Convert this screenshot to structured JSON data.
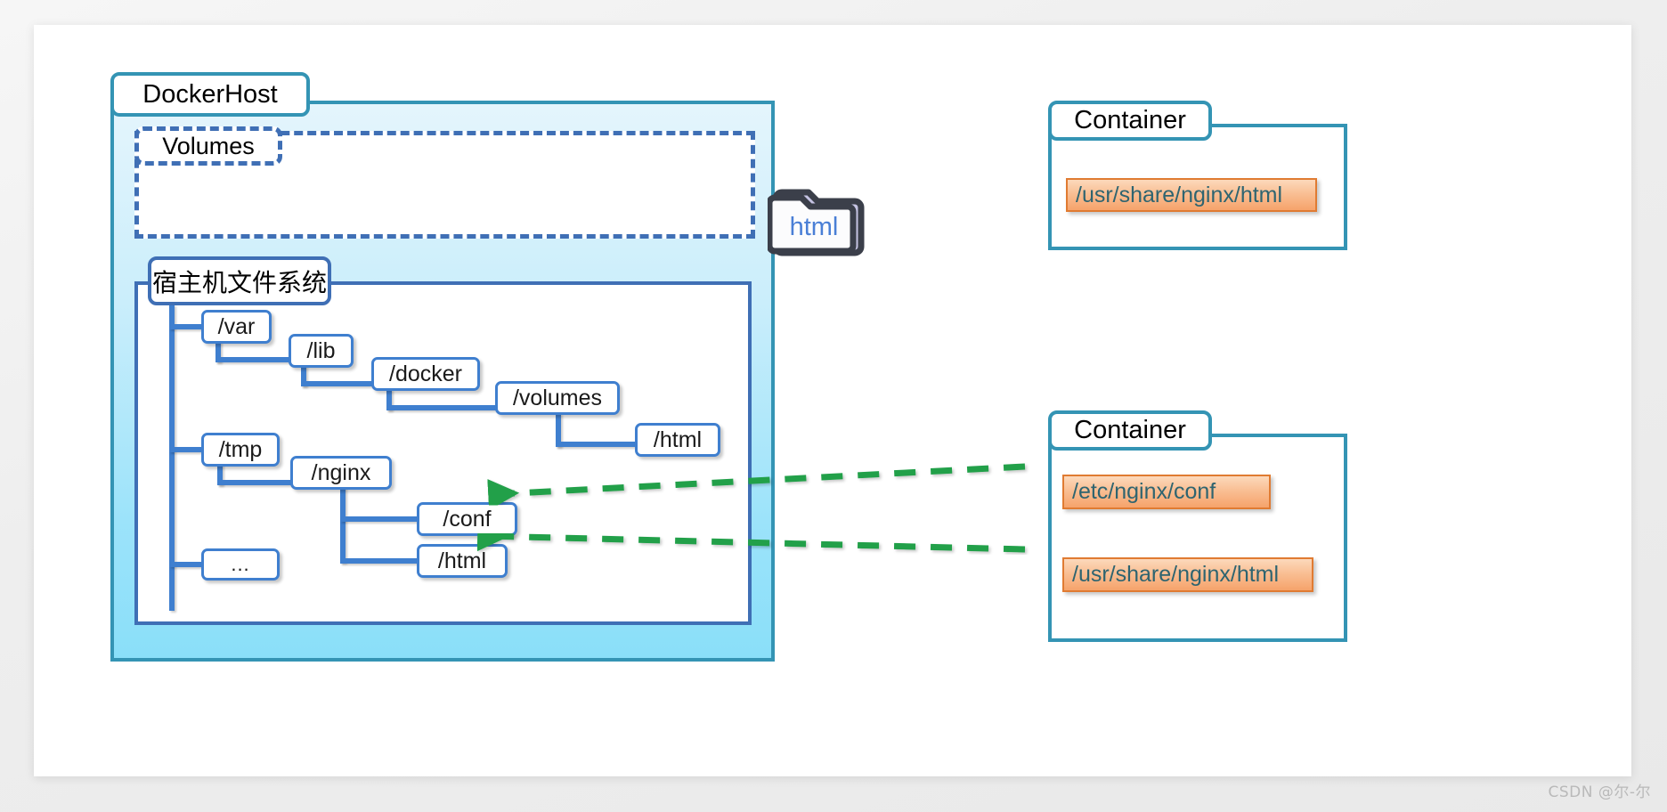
{
  "canvas": {
    "watermark": "CSDN @尔-尔"
  },
  "dockerhost": {
    "title": "DockerHost",
    "volumes": {
      "title": "Volumes",
      "folder": {
        "label": "html",
        "icon": "folder-icon"
      }
    },
    "hostfs": {
      "title": "宿主机文件系统",
      "tree": [
        {
          "id": "var",
          "label": "/var"
        },
        {
          "id": "lib",
          "label": "/lib"
        },
        {
          "id": "docker",
          "label": "/docker"
        },
        {
          "id": "volumes",
          "label": "/volumes"
        },
        {
          "id": "html",
          "label": "/html"
        },
        {
          "id": "tmp",
          "label": "/tmp"
        },
        {
          "id": "nginx",
          "label": "/nginx"
        },
        {
          "id": "conf",
          "label": "/conf"
        },
        {
          "id": "html2",
          "label": "/html"
        },
        {
          "id": "dots",
          "label": "..."
        }
      ]
    }
  },
  "containers": [
    {
      "title": "Container",
      "paths": [
        {
          "label": "/usr/share/nginx/html"
        }
      ]
    },
    {
      "title": "Container",
      "paths": [
        {
          "label": "/etc/nginx/conf"
        },
        {
          "label": "/usr/share/nginx/html"
        }
      ]
    }
  ],
  "colors": {
    "teal_border": "#3494b4",
    "blue_border": "#3f7fcf",
    "dashed_blue": "#3f6fb5",
    "orange_arrow": "#ed7d31",
    "green_arrow": "#21a04a",
    "chip_border": "#e07b32",
    "chip_text": "#2e6470",
    "folder_label": "#4a7fd6",
    "dockerhost_fill": "#8adff9",
    "watermark": "#b9b9b9"
  },
  "arrows": [
    {
      "id": "orange-to-folder",
      "color": "#ed7d31",
      "style": "dashed",
      "from": "container1-usr-share-nginx-html",
      "to": "volumes-html-folder"
    },
    {
      "id": "orange-folder-to-html",
      "color": "#ed7d31",
      "style": "dashed",
      "from": "volumes-html-folder",
      "to": "hostfs-html"
    },
    {
      "id": "green-to-conf",
      "color": "#21a04a",
      "style": "dashed",
      "from": "container2-etc-nginx-conf",
      "to": "hostfs-conf"
    },
    {
      "id": "green-to-html",
      "color": "#21a04a",
      "style": "dashed",
      "from": "container2-usr-share-nginx-html",
      "to": "hostfs-html2"
    }
  ]
}
